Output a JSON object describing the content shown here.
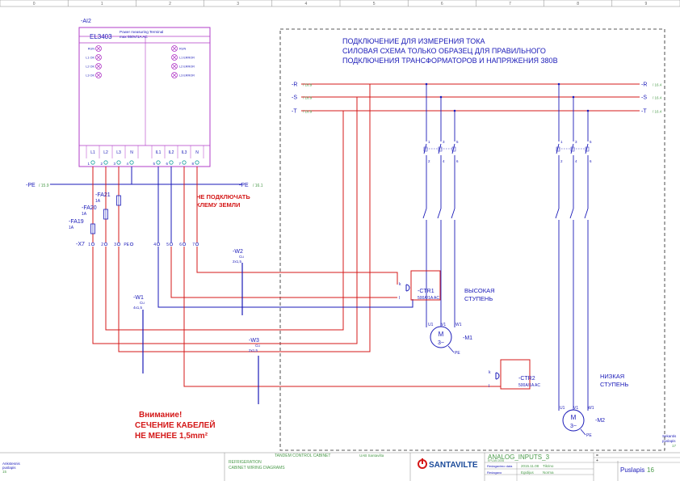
{
  "grid_columns": [
    "0",
    "1",
    "2",
    "3",
    "4",
    "5",
    "6",
    "7",
    "8",
    "9"
  ],
  "terminal": {
    "tag": "-AI2",
    "model": "EL3403",
    "desc1": "Power measuring Terminal",
    "desc2": "max 550V/1A AC",
    "leds_left": [
      "RUN",
      "L1 OK",
      "L2 OK",
      "L3 OK"
    ],
    "leds_right": [
      "RUN",
      "L1 ERROR",
      "L2 ERROR",
      "L3 ERROR"
    ],
    "inputs": [
      "L1",
      "L2",
      "L3",
      "N",
      "IL1",
      "IL2",
      "IL3",
      "N"
    ],
    "pins": [
      "1",
      "2",
      "3",
      "4",
      "5",
      "6",
      "7",
      "8"
    ]
  },
  "pe_left": {
    "label": "-PE",
    "ref": "/ 15.9"
  },
  "pe_right": {
    "label": "-PE",
    "ref": "/ 16.1"
  },
  "warn_ground": [
    "НЕ ПОДКЛЮЧАТЬ",
    "КЛЕМУ ЗЕМЛИ"
  ],
  "fuses": [
    {
      "tag": "-FA21",
      "rating": "1A"
    },
    {
      "tag": "-FA20",
      "rating": "1A"
    },
    {
      "tag": "-FA19",
      "rating": "1A"
    }
  ],
  "x7": {
    "tag": "-X7",
    "pins": [
      "1",
      "2",
      "3",
      "PE",
      "4",
      "5",
      "6",
      "7"
    ]
  },
  "cables": [
    {
      "tag": "-W2",
      "type": "Cu",
      "size": "2x1,5"
    },
    {
      "tag": "-W1",
      "type": "Cu",
      "size": "4x1,5"
    },
    {
      "tag": "-W3",
      "type": "Cu",
      "size": "2x1,5"
    }
  ],
  "title_block_ru": [
    "ПОДКЛЮЧЕНИЕ ДЛЯ ИЗМЕРЕНИЯ ТОКА",
    "СИЛОВАЯ СХЕМА ТОЛЬКО ОБРАЗЕЦ ДЛЯ ПРАВИЛЬНОГО",
    "ПОДКЛЮЧЕНИЯ ТРАНСФОРМАТОРОВ И НАПРЯЖЕНИЯ 380В"
  ],
  "phases_left": [
    {
      "label": "-R",
      "ref": "/ 16.9"
    },
    {
      "label": "-S",
      "ref": "/ 16.9"
    },
    {
      "label": "-T",
      "ref": "/ 16.9"
    }
  ],
  "phases_right": [
    {
      "label": "-R",
      "ref": "/ 16.4"
    },
    {
      "label": "-S",
      "ref": "/ 16.4"
    },
    {
      "label": "-T",
      "ref": "/ 16.4"
    }
  ],
  "breaker_top": [
    "1",
    "3",
    "5"
  ],
  "breaker_bottom": [
    "2",
    "4",
    "6"
  ],
  "ctr1": {
    "tag": "-CTR1",
    "rating": "500A/1A AC",
    "k": "k",
    "l": "l"
  },
  "ctr2": {
    "tag": "-CTR2",
    "rating": "500A/1A AC",
    "k": "k",
    "l": "l"
  },
  "stage_high": [
    "ВЫСОКАЯ",
    "СТУПЕНЬ"
  ],
  "stage_low": [
    "НИЗКАЯ",
    "СТУПЕНЬ"
  ],
  "motor1": {
    "tag": "-M1",
    "symbol": "M",
    "phase": "3~",
    "terms": [
      "U1",
      "V1",
      "W1"
    ],
    "pe": "PE"
  },
  "motor2": {
    "tag": "-M2",
    "symbol": "M",
    "phase": "3~",
    "terms": [
      "U1",
      "V1",
      "W1"
    ],
    "pe": "PE"
  },
  "warning": [
    "Внимание!",
    "СЕЧЕНИЕ КАБЕЛЕЙ",
    "НЕ МЕНЕЕ 1,5mm²"
  ],
  "footer": {
    "left_l1": "Ankstesnis",
    "left_l2": "puslapis",
    "left_l3": "15",
    "project": "TANDEM CONTROL CABINET",
    "company": "UAB Santavilta",
    "line1": "REFRIGERATION",
    "line2": "CABINET WIRING DIAGRAMS",
    "logo": "SANTAVILTE",
    "page_name": "ANALOG_INPUTS_3",
    "sub": "EPLAN 2006",
    "edit_label": "Redagavimo data",
    "edit_date": "2015.11.08",
    "edit_extra": "Tikrino",
    "editor_label": "Redagavo",
    "editor": "Egidijus",
    "norm": "Norma",
    "eq1": "=",
    "eq2": "+",
    "page_label": "Puslapis",
    "page": "16",
    "next_l1": "Sekantis",
    "next_l2": "puslapis",
    "next_l3": "17"
  }
}
